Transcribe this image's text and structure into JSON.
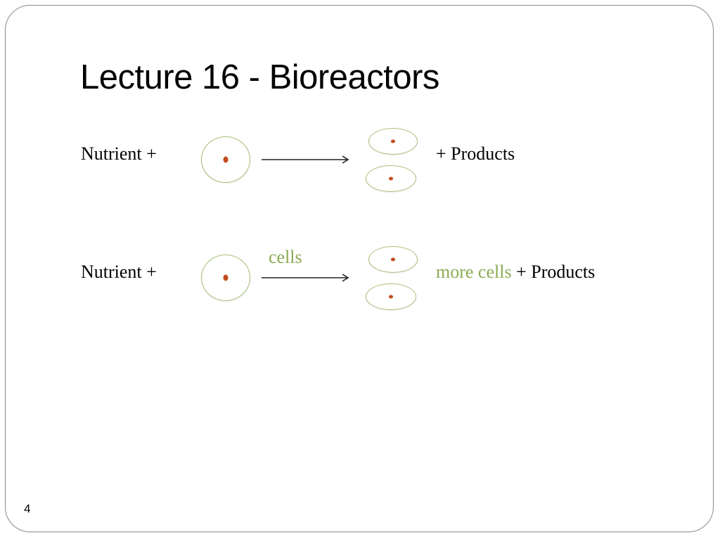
{
  "slide": {
    "title": "Lecture 16 - Bioreactors",
    "page_number": "4"
  },
  "equation_1": {
    "left_text": "Nutrient +",
    "right_text": "+ Products"
  },
  "equation_2": {
    "left_text": "Nutrient +",
    "arrow_label": "cells",
    "right_highlight": "more cells",
    "right_rest": " + Products"
  },
  "colors": {
    "highlight_green": "#8aab54",
    "cell_outline": "#a6c07a",
    "nucleus": "#c24a1e"
  }
}
